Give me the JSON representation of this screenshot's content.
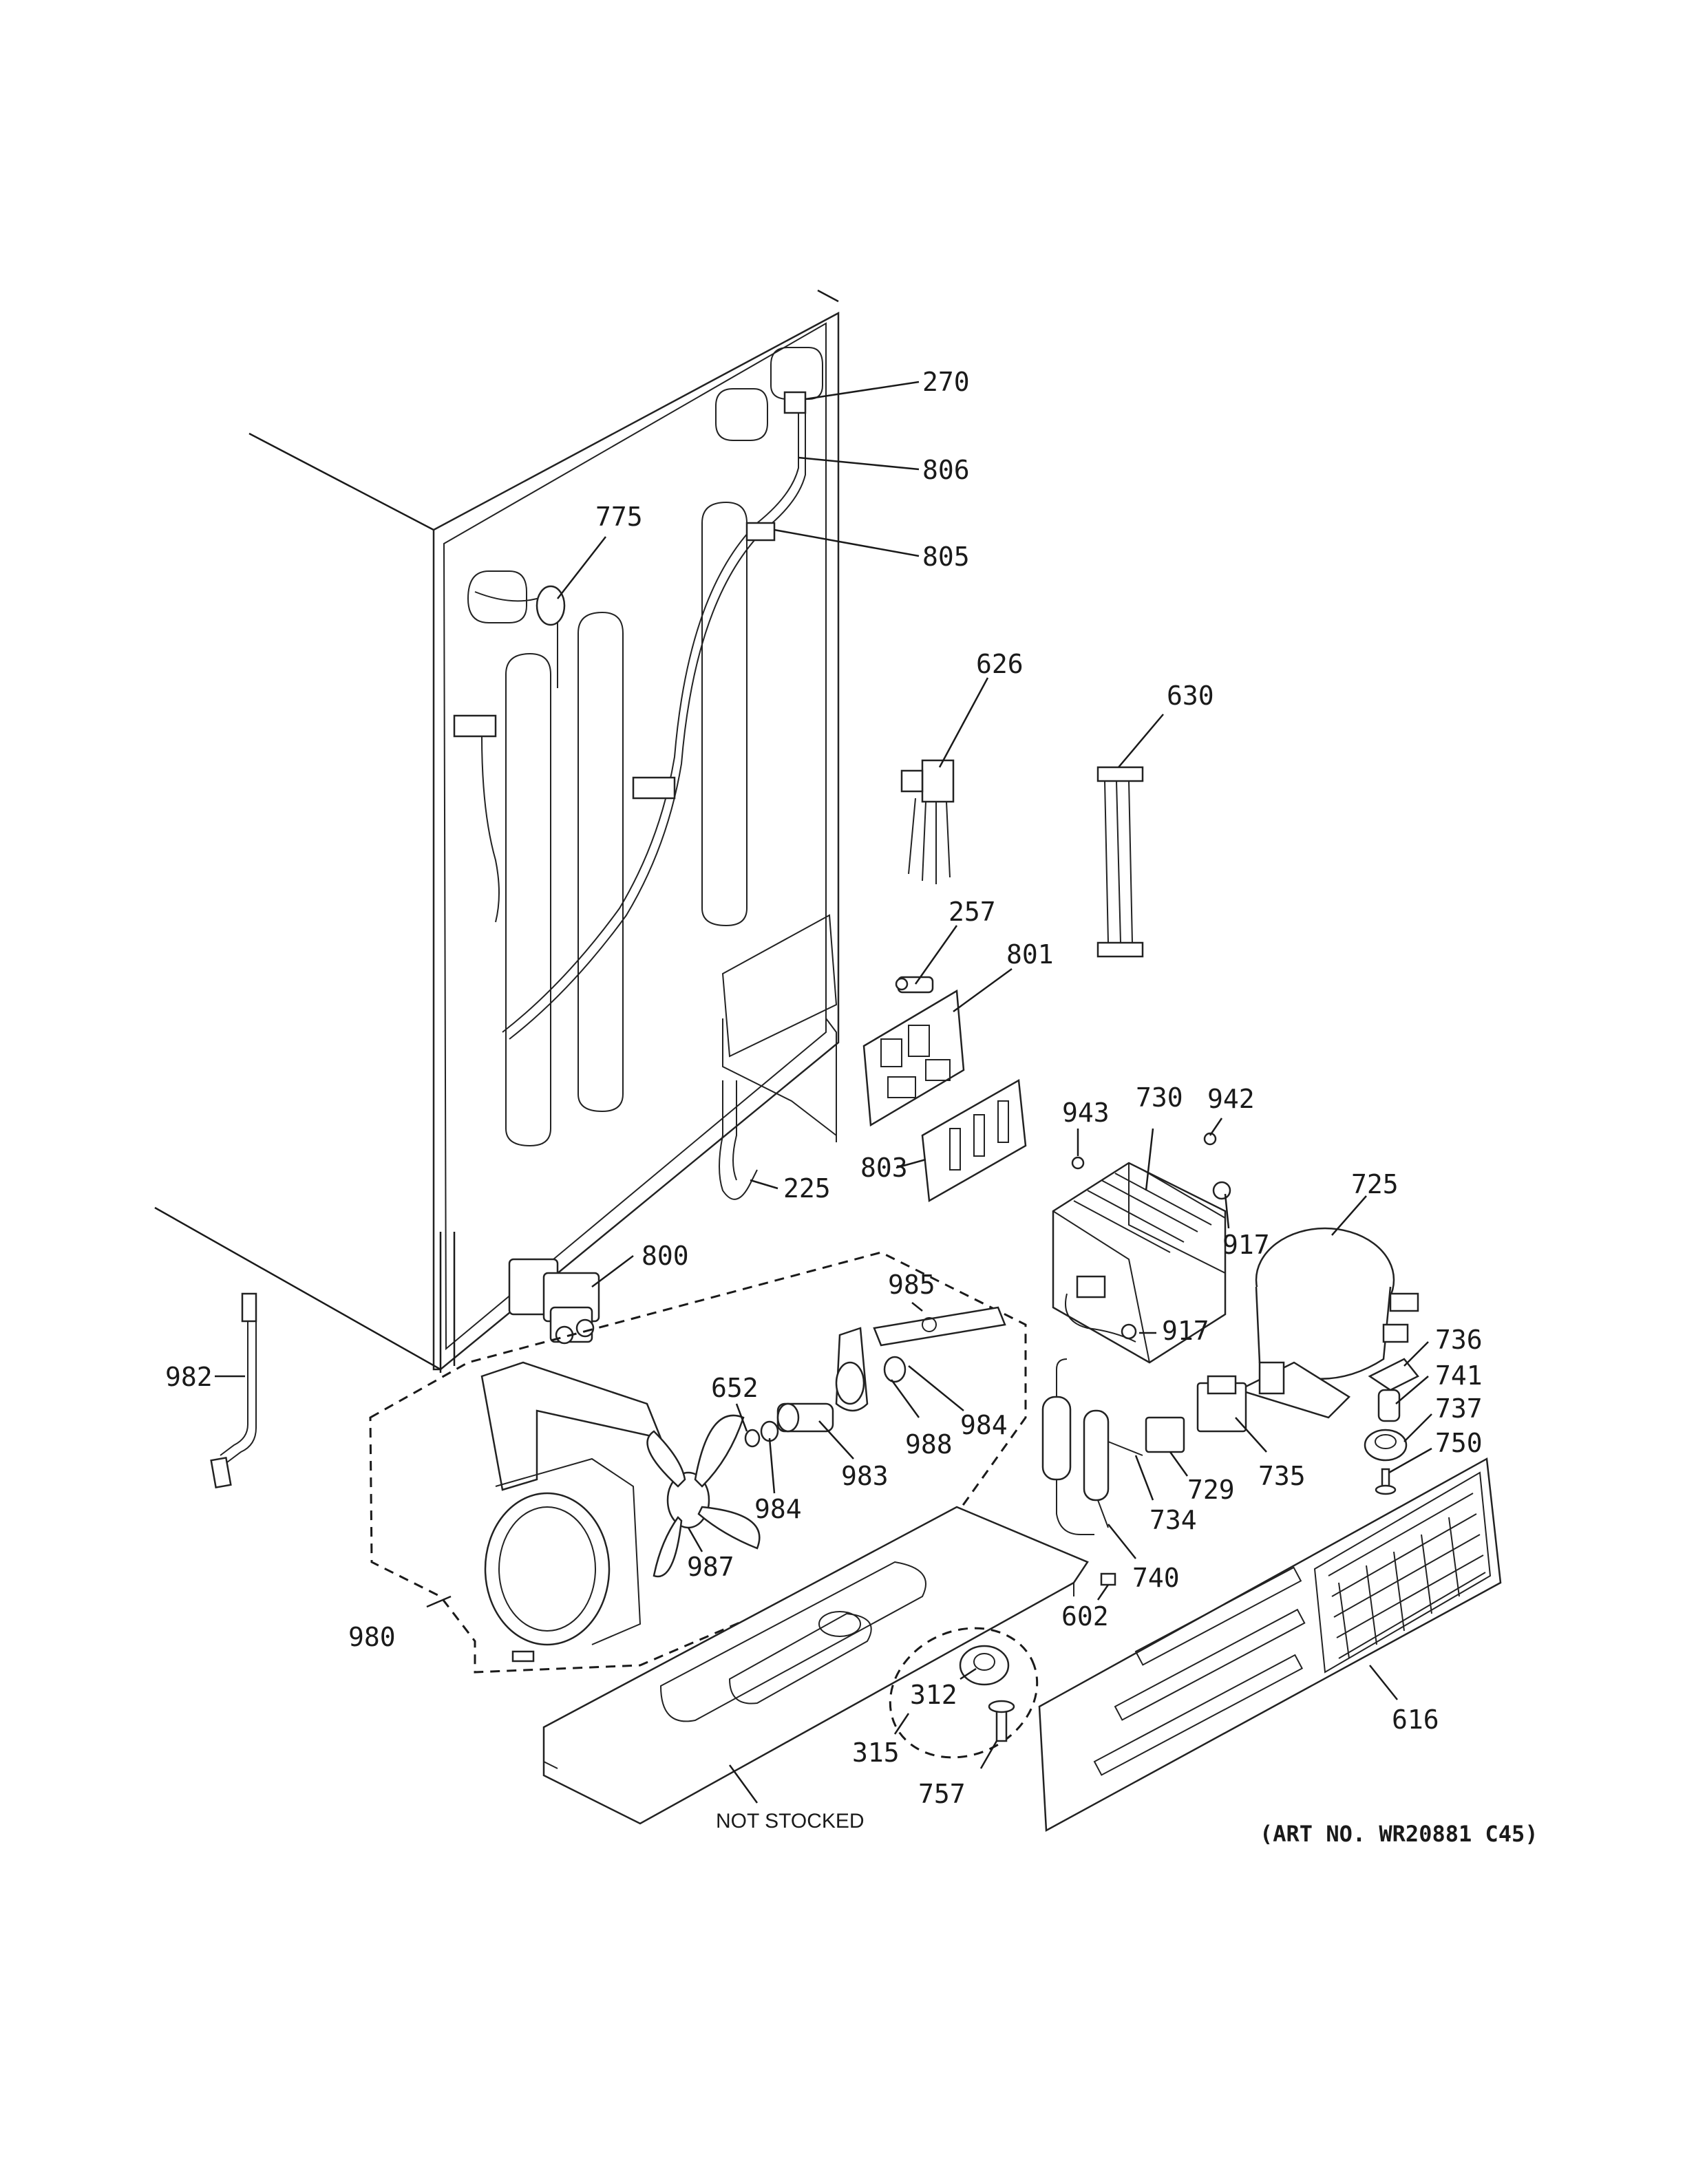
{
  "art_number": "(ART NO. WR20881 C45)",
  "not_stocked_label": "NOT STOCKED",
  "callouts": [
    {
      "id": "c270",
      "text": "270"
    },
    {
      "id": "c806",
      "text": "806"
    },
    {
      "id": "c805",
      "text": "805"
    },
    {
      "id": "c775",
      "text": "775"
    },
    {
      "id": "c626",
      "text": "626"
    },
    {
      "id": "c630",
      "text": "630"
    },
    {
      "id": "c257",
      "text": "257"
    },
    {
      "id": "c801",
      "text": "801"
    },
    {
      "id": "c943",
      "text": "943"
    },
    {
      "id": "c730",
      "text": "730"
    },
    {
      "id": "c942",
      "text": "942"
    },
    {
      "id": "c803",
      "text": "803"
    },
    {
      "id": "c225",
      "text": "225"
    },
    {
      "id": "c725",
      "text": "725"
    },
    {
      "id": "c917a",
      "text": "917"
    },
    {
      "id": "c800",
      "text": "800"
    },
    {
      "id": "c985",
      "text": "985"
    },
    {
      "id": "c917b",
      "text": "917"
    },
    {
      "id": "c736",
      "text": "736"
    },
    {
      "id": "c982",
      "text": "982"
    },
    {
      "id": "c652",
      "text": "652"
    },
    {
      "id": "c741",
      "text": "741"
    },
    {
      "id": "c984a",
      "text": "984"
    },
    {
      "id": "c737",
      "text": "737"
    },
    {
      "id": "c988",
      "text": "988"
    },
    {
      "id": "c750",
      "text": "750"
    },
    {
      "id": "c983",
      "text": "983"
    },
    {
      "id": "c729",
      "text": "729"
    },
    {
      "id": "c735",
      "text": "735"
    },
    {
      "id": "c984b",
      "text": "984"
    },
    {
      "id": "c734",
      "text": "734"
    },
    {
      "id": "c987",
      "text": "987"
    },
    {
      "id": "c740",
      "text": "740"
    },
    {
      "id": "c602",
      "text": "602"
    },
    {
      "id": "c980",
      "text": "980"
    },
    {
      "id": "c312",
      "text": "312"
    },
    {
      "id": "c616",
      "text": "616"
    },
    {
      "id": "c315",
      "text": "315"
    },
    {
      "id": "c757",
      "text": "757"
    }
  ]
}
